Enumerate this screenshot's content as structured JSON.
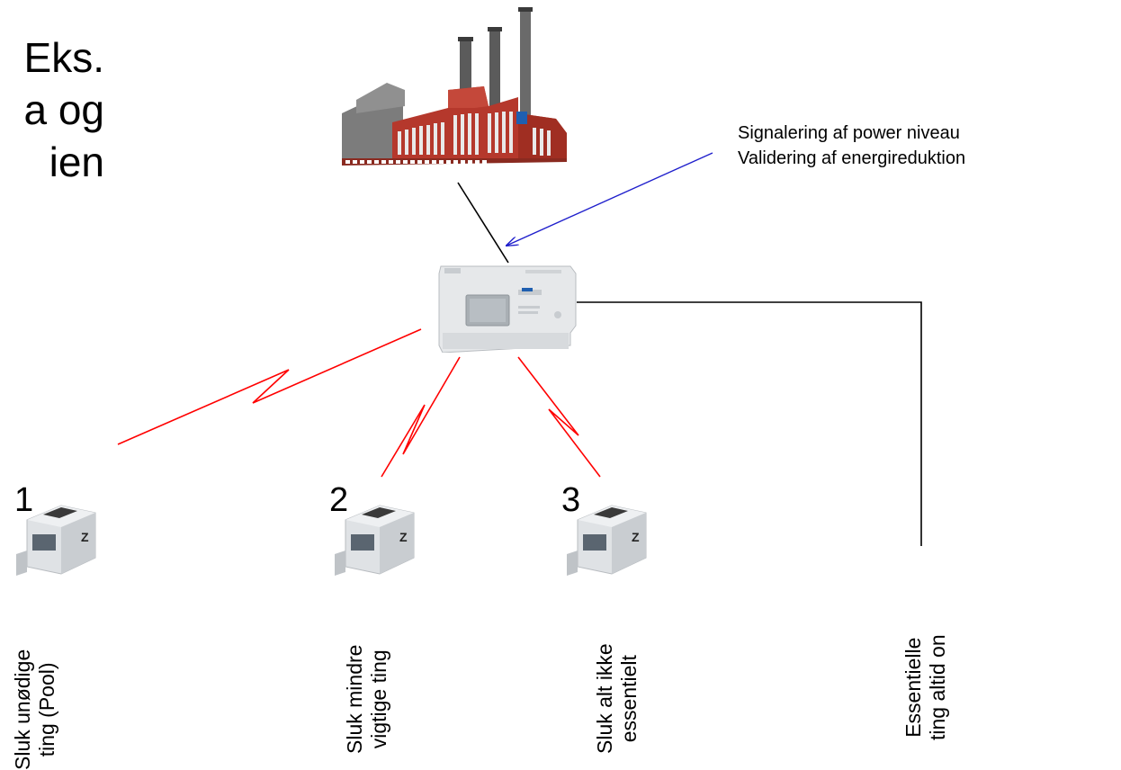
{
  "heading": {
    "line1": "Eks.",
    "line2": "a og",
    "line3": "ien"
  },
  "signal_label": {
    "line1": "Signalering af power niveau",
    "line2": "Validering af energireduktion"
  },
  "relays": [
    {
      "number": "1",
      "label_line1": "Sluk unødige",
      "label_line2": "ting (Pool)"
    },
    {
      "number": "2",
      "label_line1": "Sluk mindre",
      "label_line2": "vigtige ting"
    },
    {
      "number": "3",
      "label_line1": "Sluk alt ikke",
      "label_line2": "essentielt"
    }
  ],
  "essential": {
    "label_line1": "Essentielle",
    "label_line2": "ting altid on"
  },
  "colors": {
    "wireless_link": "#ff0000",
    "signal_arrow": "#1f1fcc",
    "wire": "#000000",
    "plant_brick": "#b5382c"
  },
  "icons": {
    "plant": "power-plant-icon",
    "meter": "smart-meter-icon",
    "relay": "din-relay-icon"
  }
}
